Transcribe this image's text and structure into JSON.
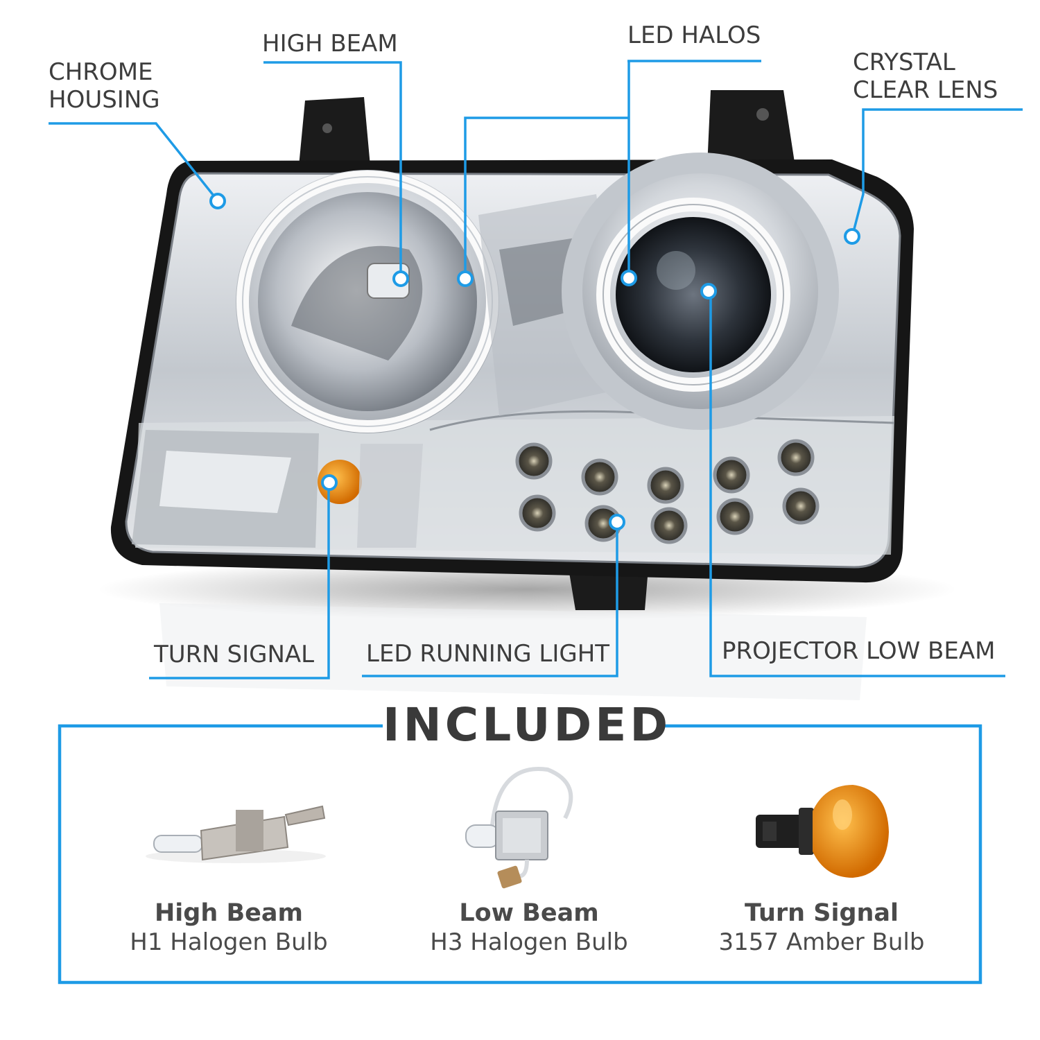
{
  "callouts": {
    "chrome_housing": [
      "CHROME",
      "HOUSING"
    ],
    "high_beam": "HIGH BEAM",
    "led_halos": "LED HALOS",
    "crystal_clear_lens": [
      "CRYSTAL",
      "CLEAR LENS"
    ],
    "turn_signal": "TURN SIGNAL",
    "led_running_light": "LED RUNNING LIGHT",
    "projector_low_beam": "PROJECTOR LOW BEAM"
  },
  "included": {
    "title": "INCLUDED",
    "items": [
      {
        "name": "High Beam",
        "desc": "H1 Halogen Bulb",
        "icon": "h1-bulb-icon"
      },
      {
        "name": "Low Beam",
        "desc": "H3 Halogen Bulb",
        "icon": "h3-bulb-icon"
      },
      {
        "name": "Turn Signal",
        "desc": "3157 Amber Bulb",
        "icon": "amber-bulb-icon"
      }
    ]
  },
  "colors": {
    "accent": "#1e9be6",
    "text": "#3d3d3d",
    "chrome": "#c8ccd2",
    "housing": "#1a1a1a",
    "amber": "#f08a00"
  }
}
